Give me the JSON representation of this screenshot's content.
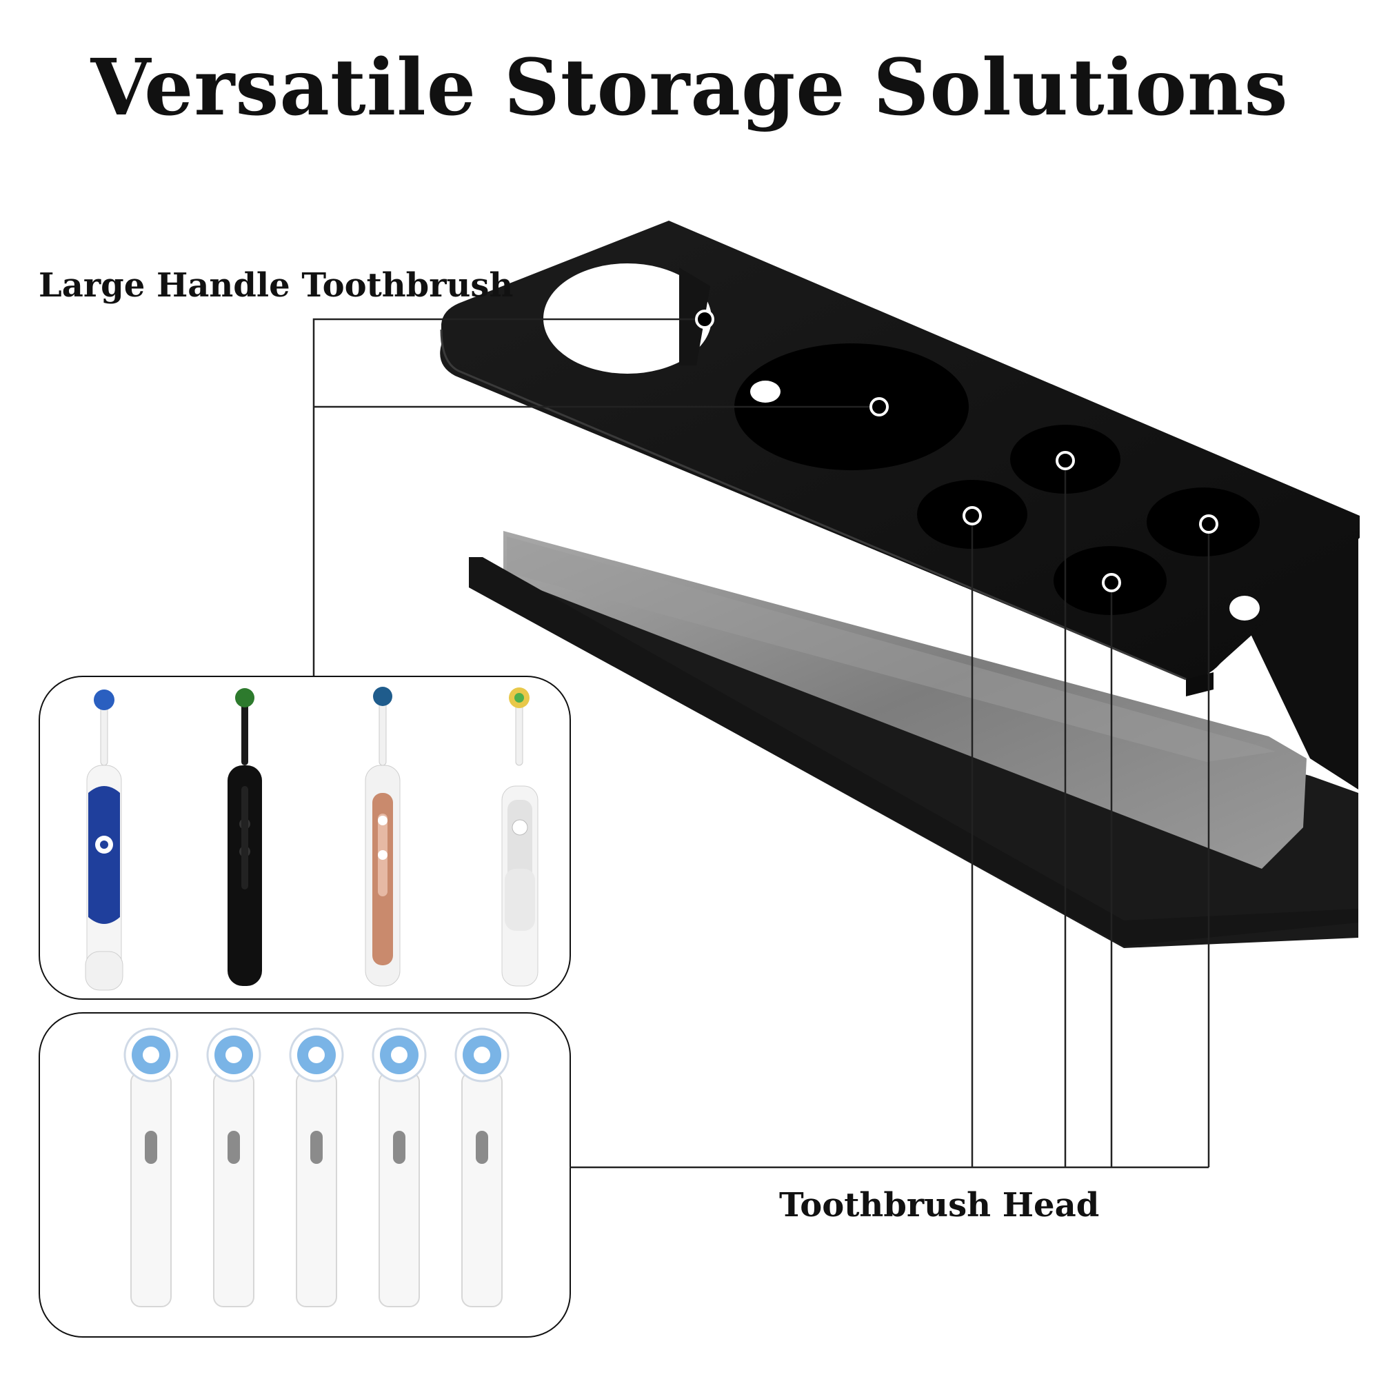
{
  "title": "Versatile Storage Solutions",
  "labels": {
    "large_handle": "Large Handle Toothbrush",
    "brush_head": "Toothbrush Head"
  },
  "colors": {
    "holder": "#141414",
    "pad": "#8e8e8e",
    "line": "#222222",
    "brush_blue": "#1f3f9c",
    "brush_black": "#101010",
    "brush_rose": "#c98a6d",
    "brush_white": "#f1f1f1",
    "head_blue": "#7ab4e6"
  },
  "icons": [
    "toothbrush-holder-icon",
    "toothbrush-icon",
    "toothbrush-head-icon"
  ]
}
